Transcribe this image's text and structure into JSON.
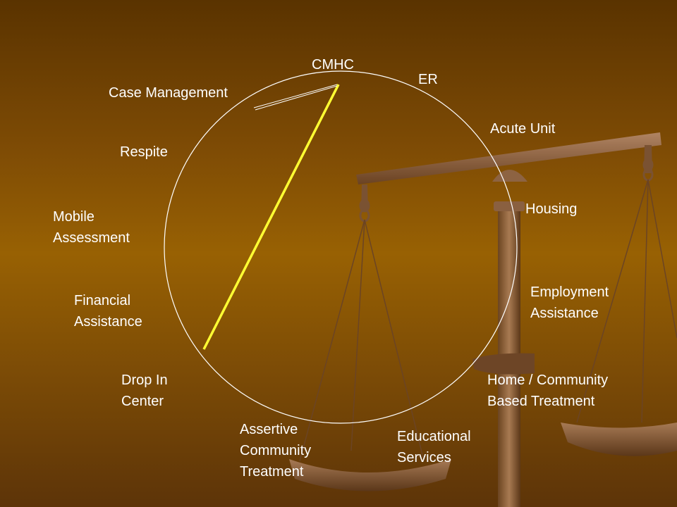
{
  "diagram": {
    "nodes": [
      {
        "id": "cmhc",
        "lines": [
          "CMHC"
        ]
      },
      {
        "id": "er",
        "lines": [
          "ER"
        ]
      },
      {
        "id": "case-management",
        "lines": [
          "Case Management"
        ]
      },
      {
        "id": "acute-unit",
        "lines": [
          "Acute Unit"
        ]
      },
      {
        "id": "respite",
        "lines": [
          "Respite"
        ]
      },
      {
        "id": "housing",
        "lines": [
          "Housing"
        ]
      },
      {
        "id": "mobile-assessment",
        "lines": [
          "Mobile",
          "Assessment"
        ]
      },
      {
        "id": "employment-assistance",
        "lines": [
          "Employment",
          "Assistance"
        ]
      },
      {
        "id": "financial-assistance",
        "lines": [
          "Financial",
          "Assistance"
        ]
      },
      {
        "id": "drop-in-center",
        "lines": [
          "Drop In",
          "Center"
        ]
      },
      {
        "id": "home-community",
        "lines": [
          "Home / Community",
          "Based Treatment"
        ]
      },
      {
        "id": "assertive-community",
        "lines": [
          "Assertive",
          "Community",
          "Treatment"
        ]
      },
      {
        "id": "educational-services",
        "lines": [
          "Educational",
          "Services"
        ]
      }
    ],
    "connectors": [
      {
        "from": "cmhc",
        "to": "drop-in-center",
        "color": "#ffff33"
      },
      {
        "from": "cmhc",
        "to": "case-management",
        "color": "#ffffff"
      }
    ],
    "colors": {
      "circle": "#ffffff",
      "text": "#ffffff",
      "background": "#7f4c05"
    }
  }
}
